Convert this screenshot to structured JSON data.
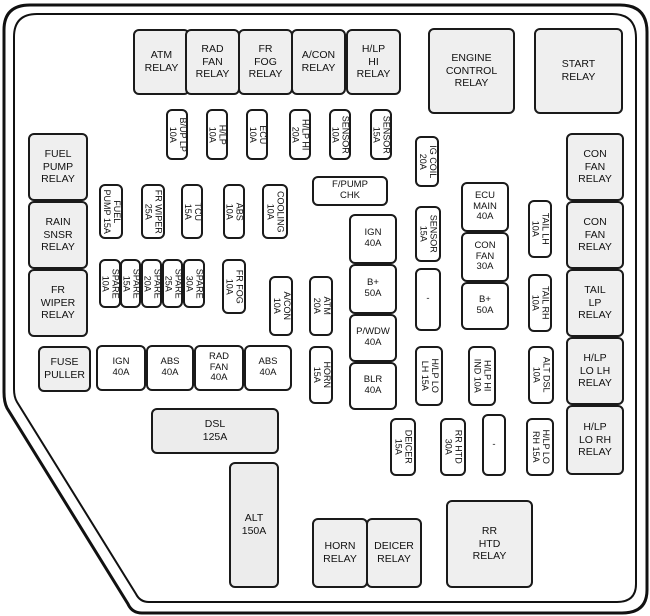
{
  "diagram": {
    "title": "",
    "relays": {
      "atm": "ATM\nRELAY",
      "rad_fan": "RAD\nFAN\nRELAY",
      "fr_fog": "FR\nFOG\nRELAY",
      "acon": "A/CON\nRELAY",
      "hlp_hi": "H/LP\nHI\nRELAY",
      "engine_control": "ENGINE\nCONTROL\nRELAY",
      "start": "START\nRELAY",
      "fuel_pump": "FUEL\nPUMP\nRELAY",
      "rain_snsr": "RAIN\nSNSR\nRELAY",
      "fr_wiper": "FR\nWIPER\nRELAY",
      "con_fan_1": "CON\nFAN\nRELAY",
      "con_fan_2": "CON\nFAN\nRELAY",
      "tail_lp": "TAIL\nLP\nRELAY",
      "hlp_lo_lh": "H/LP\nLO LH\nRELAY",
      "hlp_lo_rh": "H/LP\nLO RH\nRELAY",
      "horn": "HORN\nRELAY",
      "deicer": "DEICER\nRELAY",
      "rr_htd": "RR\nHTD\nRELAY",
      "fuse_puller": "FUSE\nPULLER"
    },
    "fuses": {
      "bu_lp": "B/UP LP\n10A",
      "hlp": "H/LP\n10A",
      "ecu_10": "ECU\n10A",
      "hlp_hi_20": "H/LP HI\n20A",
      "sensor_10": "SENSOR\n10A",
      "sensor_15_top": "SENSOR\n15A",
      "ig_coil": "IG COIL\n20A",
      "fpump_chk": "F/PUMP\nCHK",
      "fuel_pump_15": "FUEL\nPUMP 15A",
      "fr_wiper_25": "FR WIPER\n25A",
      "tcu_15": "TCU\n15A",
      "abs_10": "ABS\n10A",
      "cooling_10": "COOLING\n10A",
      "spare_10": "SPARE\n10A",
      "spare_15": "SPARE\n15A",
      "spare_20": "SPARE\n20A",
      "spare_25": "SPARE\n25A",
      "spare_30": "SPARE\n30A",
      "fr_fog_10": "FR FOG\n10A",
      "acon_10": "A/CON\n10A",
      "atm_20": "ATM\n20A",
      "horn_15": "HORN\n15A",
      "ign_40_mid": "IGN\n40A",
      "bplus_50_left": "B+\n50A",
      "pwdw_40": "P/WDW\n40A",
      "blr_40": "BLR\n40A",
      "sensor_15_mid": "SENSOR\n15A",
      "blank_1": "-",
      "ecu_main_40": "ECU\nMAIN\n40A",
      "con_fan_30": "CON\nFAN\n30A",
      "bplus_50_right": "B+\n50A",
      "tail_lh_10": "TAIL LH\n10A",
      "tail_rh_10": "TAIL RH\n10A",
      "hlp_lo_lh_15": "H/LP LO\nLH 15A",
      "hlp_hi_ind_10": "H/LP HI\nIND 10A",
      "alt_dsl_10": "ALT DSL\n10A",
      "deicer_15": "DEICER\n15A",
      "rr_htd_30": "RR HTD\n30A",
      "blank_2": "-",
      "hlp_lo_rh_15": "H/LP LO\nRH 15A",
      "ign_40_low": "IGN\n40A",
      "abs_40": "ABS\n40A",
      "rad_fan_40": "RAD\nFAN\n40A",
      "abs_40_b": "ABS\n40A",
      "dsl_125": "DSL\n125A",
      "alt_150": "ALT\n150A"
    }
  }
}
